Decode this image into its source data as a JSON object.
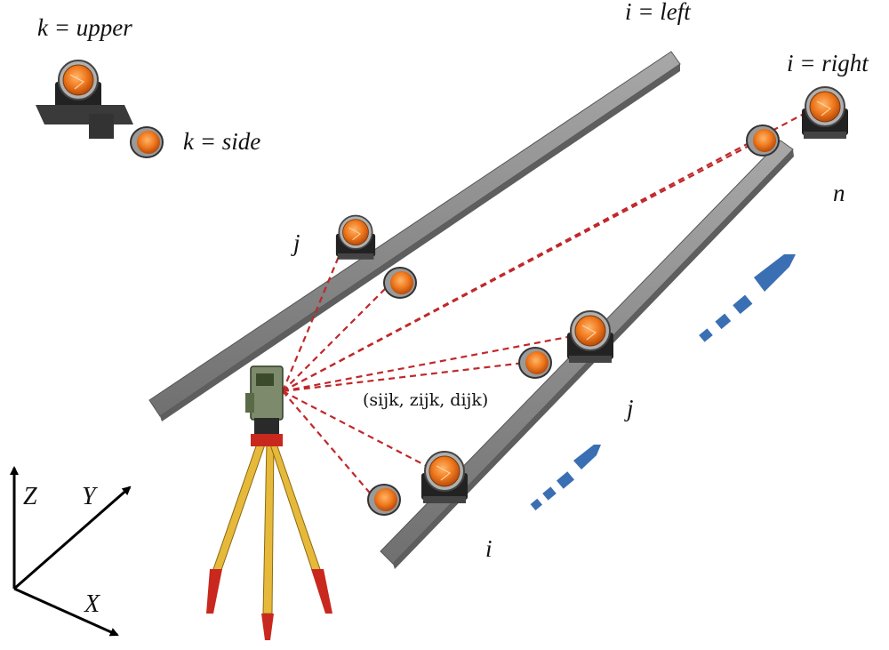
{
  "labels": {
    "k_upper": "k = upper",
    "k_side": "k = side",
    "i_left": "i = left",
    "i_right": "i = right",
    "j_left": "j",
    "j_right": "j",
    "n_right": "n",
    "i_right_start": "i"
  },
  "measurement": "(sijk, zijk, dijk)",
  "axes": {
    "z": "Z",
    "y": "Y",
    "x": "X"
  },
  "colors": {
    "rail": "#8a8a8a",
    "rail_dark": "#5a5a5a",
    "ray": "#c0282a",
    "arrow": "#3b6fb3",
    "prism": "#f07a1e",
    "tripod": "#e6b93a"
  },
  "icons": {
    "total_station": "total-station-icon",
    "prism": "prism-icon",
    "tripod": "tripod-icon"
  }
}
